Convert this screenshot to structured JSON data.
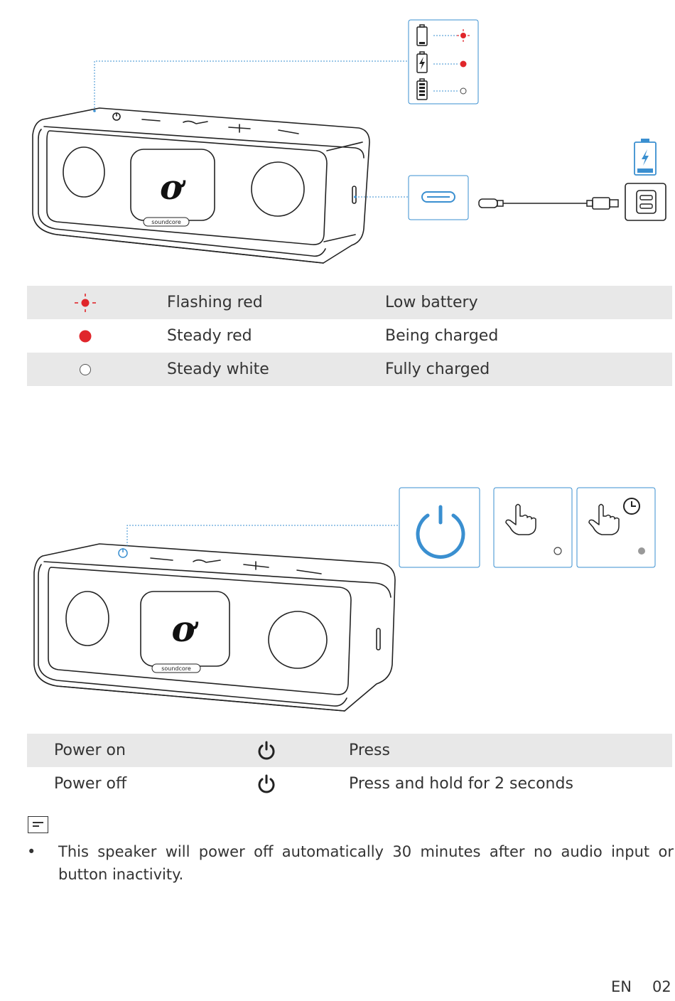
{
  "colors": {
    "accent_blue": "#3a8fd0",
    "status_red": "#e0262b",
    "dark": "#222222",
    "band": "#e8e8e8"
  },
  "brand": {
    "logo_text": "soundcore"
  },
  "charging_table": {
    "rows": [
      {
        "icon": "flashing-red-led-icon",
        "status": "Flashing red",
        "meaning": "Low battery"
      },
      {
        "icon": "steady-red-led-icon",
        "status": "Steady red",
        "meaning": "Being charged"
      },
      {
        "icon": "steady-white-led-icon",
        "status": "Steady white",
        "meaning": "Fully charged"
      }
    ]
  },
  "power_table": {
    "rows": [
      {
        "action": "Power on",
        "icon": "power-icon",
        "operation": "Press"
      },
      {
        "action": "Power off",
        "icon": "power-icon",
        "operation": "Press and hold for 2 seconds"
      }
    ]
  },
  "note": {
    "icon": "note-icon",
    "bullet": "This speaker will power off automatically 30 minutes after no audio input or button inactivity."
  },
  "footer": {
    "language": "EN",
    "page": "02"
  }
}
